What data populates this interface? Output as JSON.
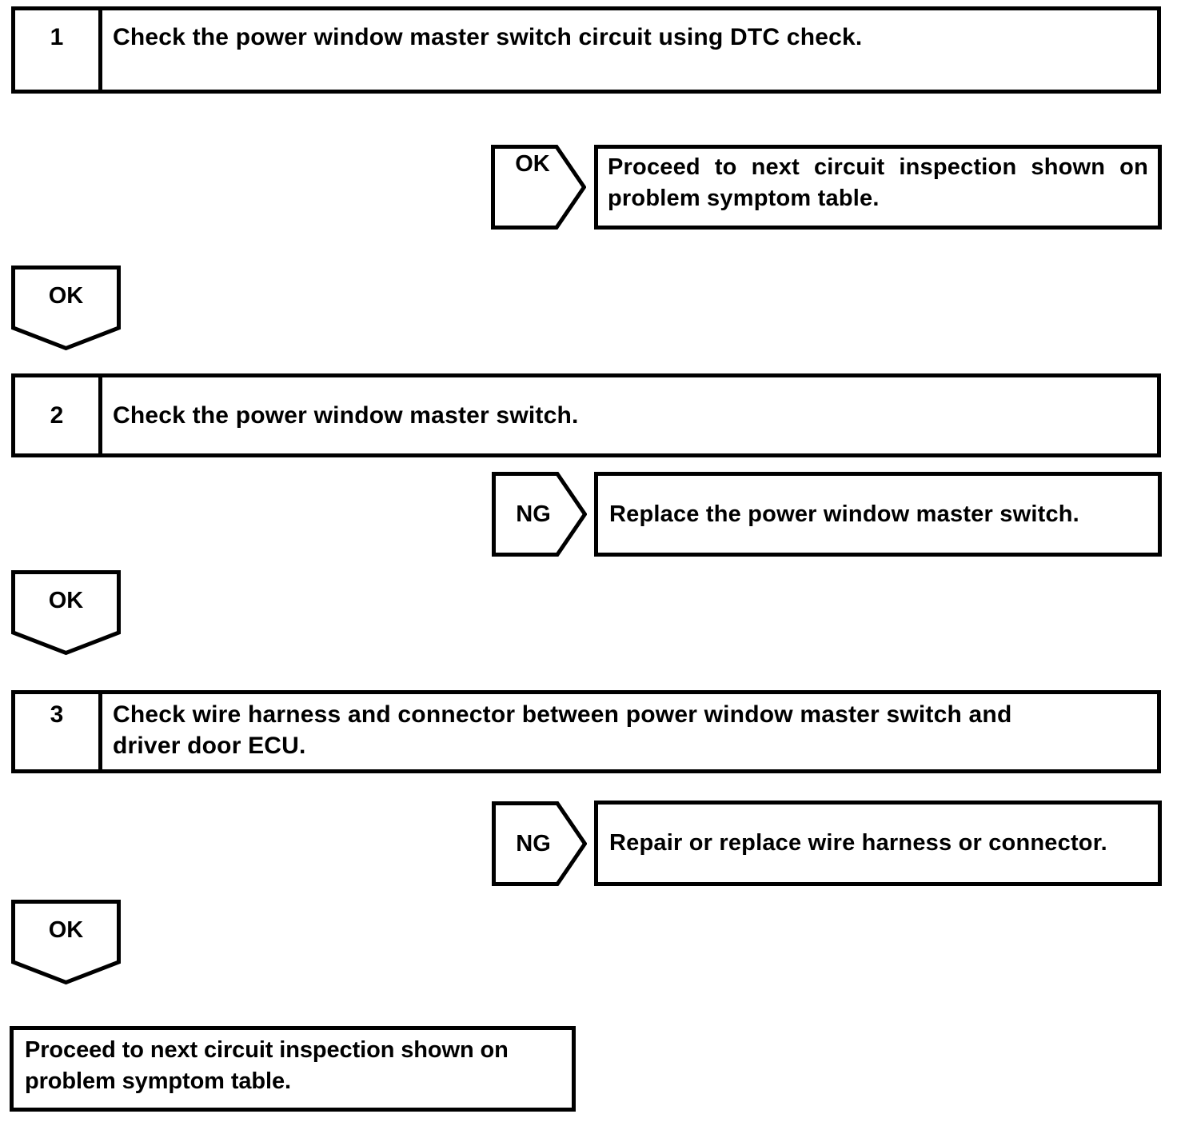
{
  "colors": {
    "ink": "#000000",
    "paper": "#ffffff"
  },
  "flowchart": {
    "steps": [
      {
        "number": "1",
        "text": "Check the power window master switch circuit using DTC check."
      },
      {
        "number": "2",
        "text": "Check the power window master switch."
      },
      {
        "number": "3",
        "text": "Check wire harness and connector between power window master switch and driver door ECU."
      }
    ],
    "branches": [
      {
        "arrow_label": "OK",
        "result_text": "Proceed to next circuit inspection shown on problem symptom table."
      },
      {
        "arrow_label": "NG",
        "result_text": "Replace the power window master switch."
      },
      {
        "arrow_label": "NG",
        "result_text": "Repair or replace wire harness or connector."
      }
    ],
    "connectors": [
      {
        "label": "OK"
      },
      {
        "label": "OK"
      },
      {
        "label": "OK"
      }
    ],
    "final_box": {
      "text": "Proceed to next circuit inspection shown on problem symptom table."
    }
  }
}
